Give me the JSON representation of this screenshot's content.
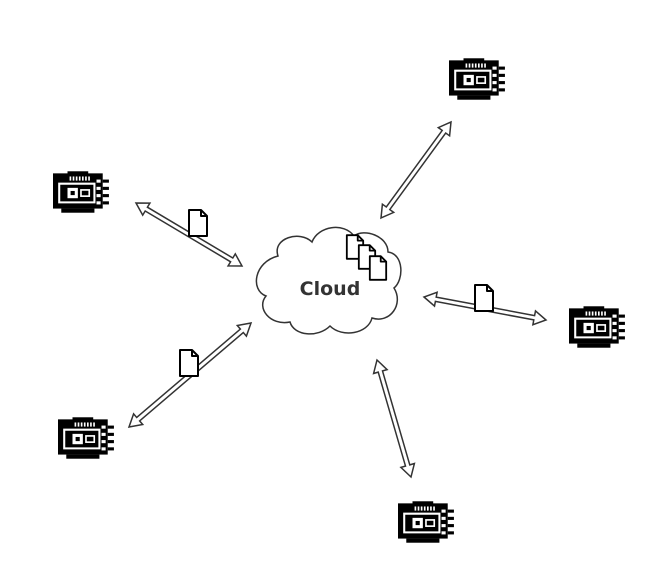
{
  "cloud": {
    "label": "Cloud"
  },
  "colors": {
    "stroke": "#333333",
    "device": "#000000",
    "background": "#ffffff"
  },
  "devices": [
    {
      "name": "device-top-right",
      "icon": "hardware-board-icon"
    },
    {
      "name": "device-left-upper",
      "icon": "hardware-board-icon"
    },
    {
      "name": "device-right",
      "icon": "hardware-board-icon"
    },
    {
      "name": "device-left-lower",
      "icon": "hardware-board-icon"
    },
    {
      "name": "device-bottom",
      "icon": "hardware-board-icon"
    }
  ],
  "links": [
    {
      "name": "link-top-right",
      "bidirectional": true,
      "document": false
    },
    {
      "name": "link-left-upper",
      "bidirectional": true,
      "document": true
    },
    {
      "name": "link-right",
      "bidirectional": true,
      "document": true
    },
    {
      "name": "link-left-lower",
      "bidirectional": true,
      "document": true
    },
    {
      "name": "link-bottom",
      "bidirectional": true,
      "document": false
    }
  ],
  "cloud_documents": {
    "icon": "document-stack-icon",
    "count": 3
  }
}
